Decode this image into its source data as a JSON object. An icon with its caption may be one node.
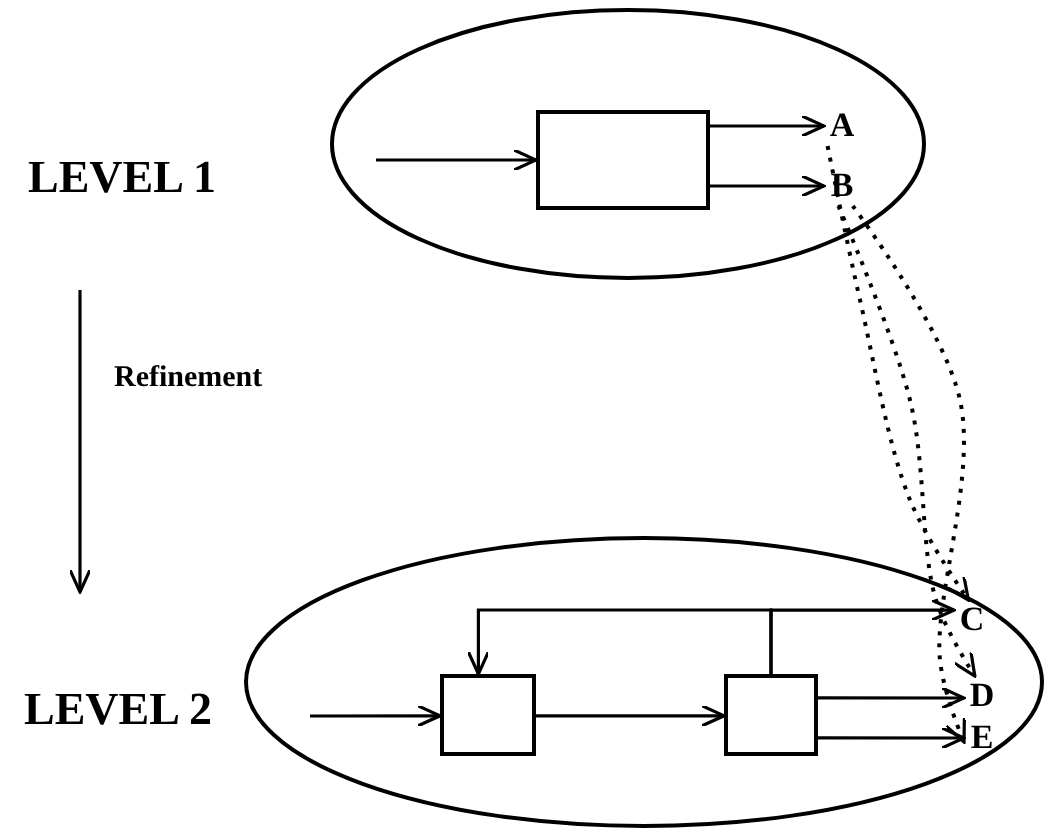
{
  "diagram": {
    "nodes": [
      {
        "text": [],
        "shape": "ellipse",
        "beside": [
          "LEVEL 1"
        ]
      },
      {
        "text": [],
        "shape": "box",
        "in": 0
      },
      {
        "text": [
          "A"
        ],
        "in": 0
      },
      {
        "text": [
          "B"
        ],
        "in": 0
      },
      {
        "text": [],
        "shape": "ellipse",
        "beside": [
          "LEVEL 2"
        ]
      },
      {
        "text": [],
        "shape": "box",
        "in": 4
      },
      {
        "text": [],
        "shape": "box",
        "in": 4
      },
      {
        "text": [
          "C"
        ],
        "in": 4
      },
      {
        "text": [
          "D"
        ],
        "in": 4
      },
      {
        "text": [
          "E"
        ],
        "in": 4
      }
    ],
    "edges": [
      {
        "from": null,
        "to": 1,
        "arrow": "to"
      },
      {
        "from": 1,
        "to": 2,
        "arrow": "to"
      },
      {
        "from": 1,
        "to": 3,
        "arrow": "to"
      },
      {
        "from": null,
        "to": 5,
        "arrow": "to"
      },
      {
        "from": 5,
        "to": 6,
        "arrow": "to"
      },
      {
        "from": 6,
        "to": 5,
        "arrow": "to"
      },
      {
        "from": 6,
        "to": 7,
        "arrow": "to"
      },
      {
        "from": 6,
        "to": 8,
        "arrow": "to"
      },
      {
        "from": 6,
        "to": 9,
        "arrow": "to"
      },
      {
        "from": 2,
        "to": 7,
        "arrow": "to",
        "style": "dashed"
      },
      {
        "from": 3,
        "to": 8,
        "arrow": "to",
        "style": "dashed"
      },
      {
        "from": 3,
        "to": 9,
        "arrow": "to",
        "style": "dashed"
      }
    ],
    "labels": [
      "Refinement"
    ]
  }
}
